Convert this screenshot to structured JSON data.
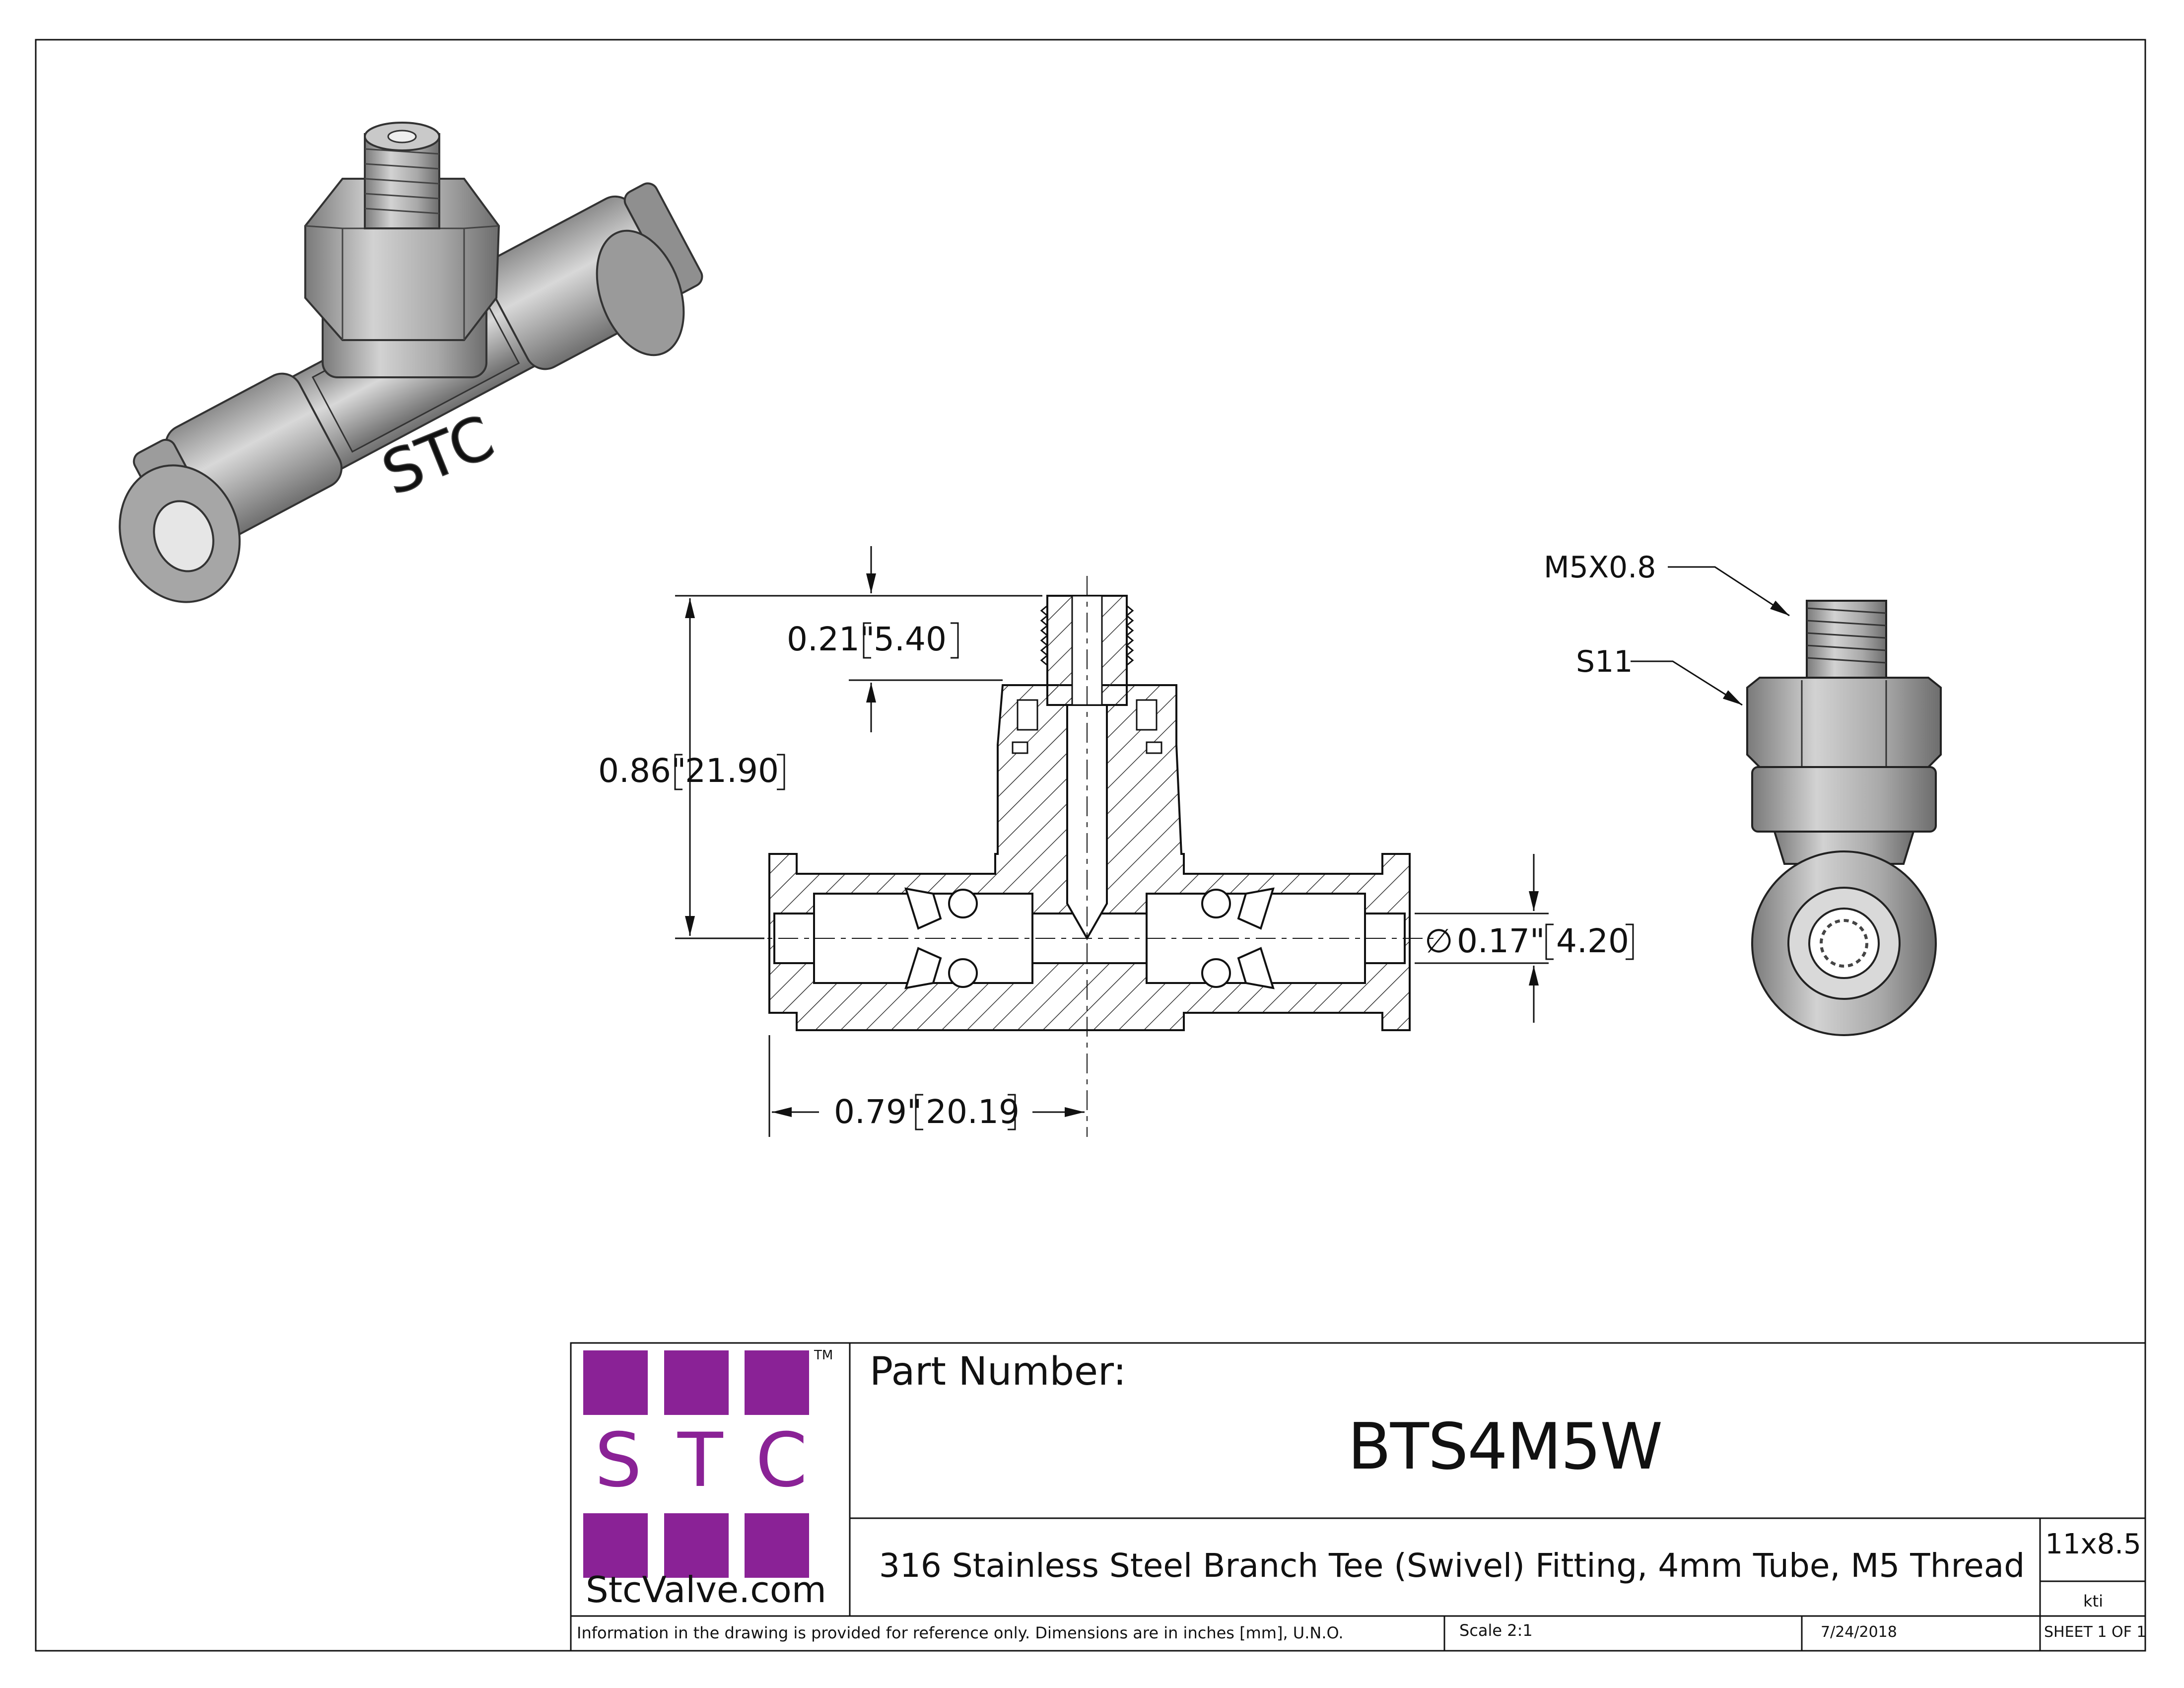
{
  "dimensions": {
    "thread_height": "0.21\"",
    "thread_height_mm": "5.40",
    "total_height": "0.86\"",
    "total_height_mm": "21.90",
    "bore_diameter": "0.17\"",
    "bore_diameter_mm": "4.20",
    "half_length": "0.79\"",
    "half_length_mm": "20.19",
    "diameter_symbol": "∅"
  },
  "callouts": {
    "thread": "M5X0.8",
    "hex": "S11"
  },
  "model": {
    "engraving": "STC"
  },
  "logo": {
    "letters": [
      "S",
      "T",
      "C"
    ],
    "website": "StcValve.com",
    "trademark": "TM",
    "color": "#8a2296"
  },
  "title_block": {
    "part_label": "Part Number:",
    "part_number": "BTS4M5W",
    "description": "316 Stainless Steel Branch Tee (Swivel) Fitting, 4mm Tube, M5 Thread",
    "sheet_size": "11x8.5",
    "drawn_by": "kti",
    "disclaimer": "Information in the drawing is provided for reference only. Dimensions are in inches [mm], U.N.O.",
    "scale_label": "Scale   2:1",
    "date": "7/24/2018",
    "sheet": "SHEET 1 OF 1"
  }
}
